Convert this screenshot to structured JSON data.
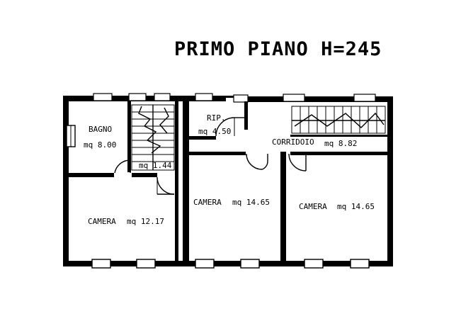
{
  "title": "PRIMO PIANO H=245",
  "rooms": {
    "bagno": {
      "name": "BAGNO",
      "area": "mq 8.00"
    },
    "disimpegno": {
      "area": "mq 1.44"
    },
    "camera_1": {
      "name": "CAMERA",
      "area": "mq 12.17"
    },
    "rip": {
      "name": "RIP.",
      "area": "mq 4.50"
    },
    "corridoio": {
      "name": "CORRIDOIO",
      "area": "mq 8.82"
    },
    "camera_2": {
      "name": "CAMERA",
      "area": "mq 14.65"
    },
    "camera_3": {
      "name": "CAMERA",
      "area": "mq 14.65"
    }
  }
}
